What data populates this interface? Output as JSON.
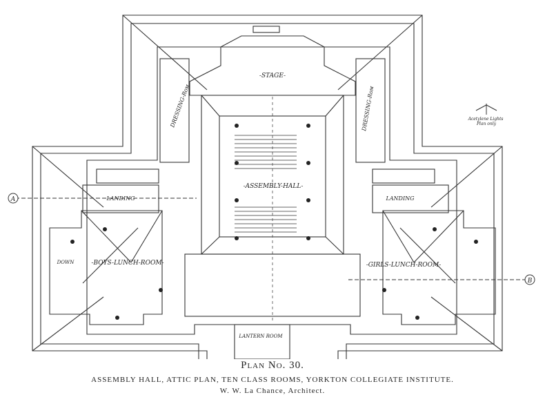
{
  "rooms": {
    "stage": "-STAGE-",
    "assembly_hall": "-ASSEMBLY-HALL-",
    "dressing_left": "DRESSING-Rᴏᴍ",
    "dressing_right": "DRESSING-Rᴏᴍ",
    "landing_left": "LANDING",
    "landing_right": "LANDING",
    "boys_lunch": "-BOYS-LUNCH-ROOM-",
    "girls_lunch": "-GIRLS-LUNCH-ROOM-",
    "lantern": "LANTERN ROOM",
    "down": "DOWN"
  },
  "markers": {
    "a": "A",
    "b": "B"
  },
  "notes": {
    "north": "Acetylene Lights\nPlan only"
  },
  "caption": {
    "title": "Plan No. 30.",
    "subtitle": "ASSEMBLY HALL, ATTIC PLAN, TEN CLASS ROOMS, YORKTON COLLEGIATE INSTITUTE.",
    "architect": "W. W. La Chance, Architect."
  }
}
